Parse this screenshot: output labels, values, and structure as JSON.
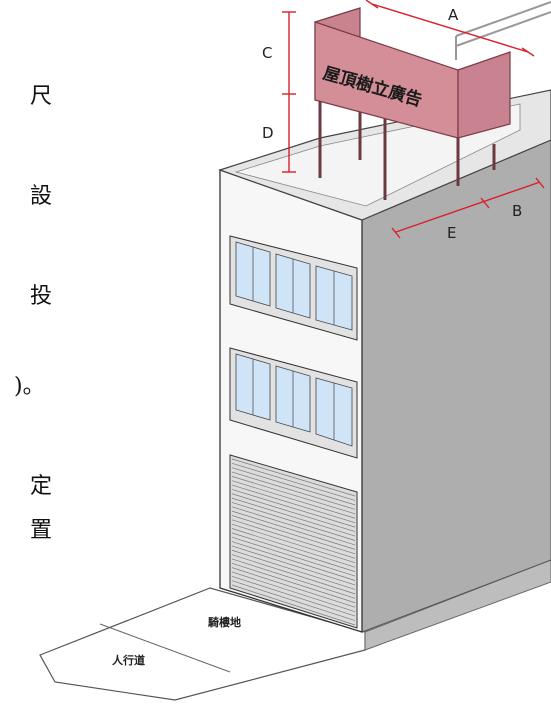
{
  "page": {
    "left_text_fragments": [
      "尺",
      "設",
      "投",
      ")。",
      "定",
      "置"
    ]
  },
  "diagram": {
    "sign_text": "屋頂樹立廣告",
    "dimension_labels": {
      "a": "A",
      "b": "B",
      "c": "C",
      "d": "D",
      "e": "E"
    },
    "ground_labels": {
      "road": "騎樓地",
      "sidewalk": "人行道"
    },
    "colors": {
      "sign_fill": "#d48e98",
      "sign_stroke": "#7a3a44",
      "dimension_red": "#d8202a",
      "wall_gray": "#aeaeae",
      "window_blue": "#cfe4f6"
    }
  }
}
